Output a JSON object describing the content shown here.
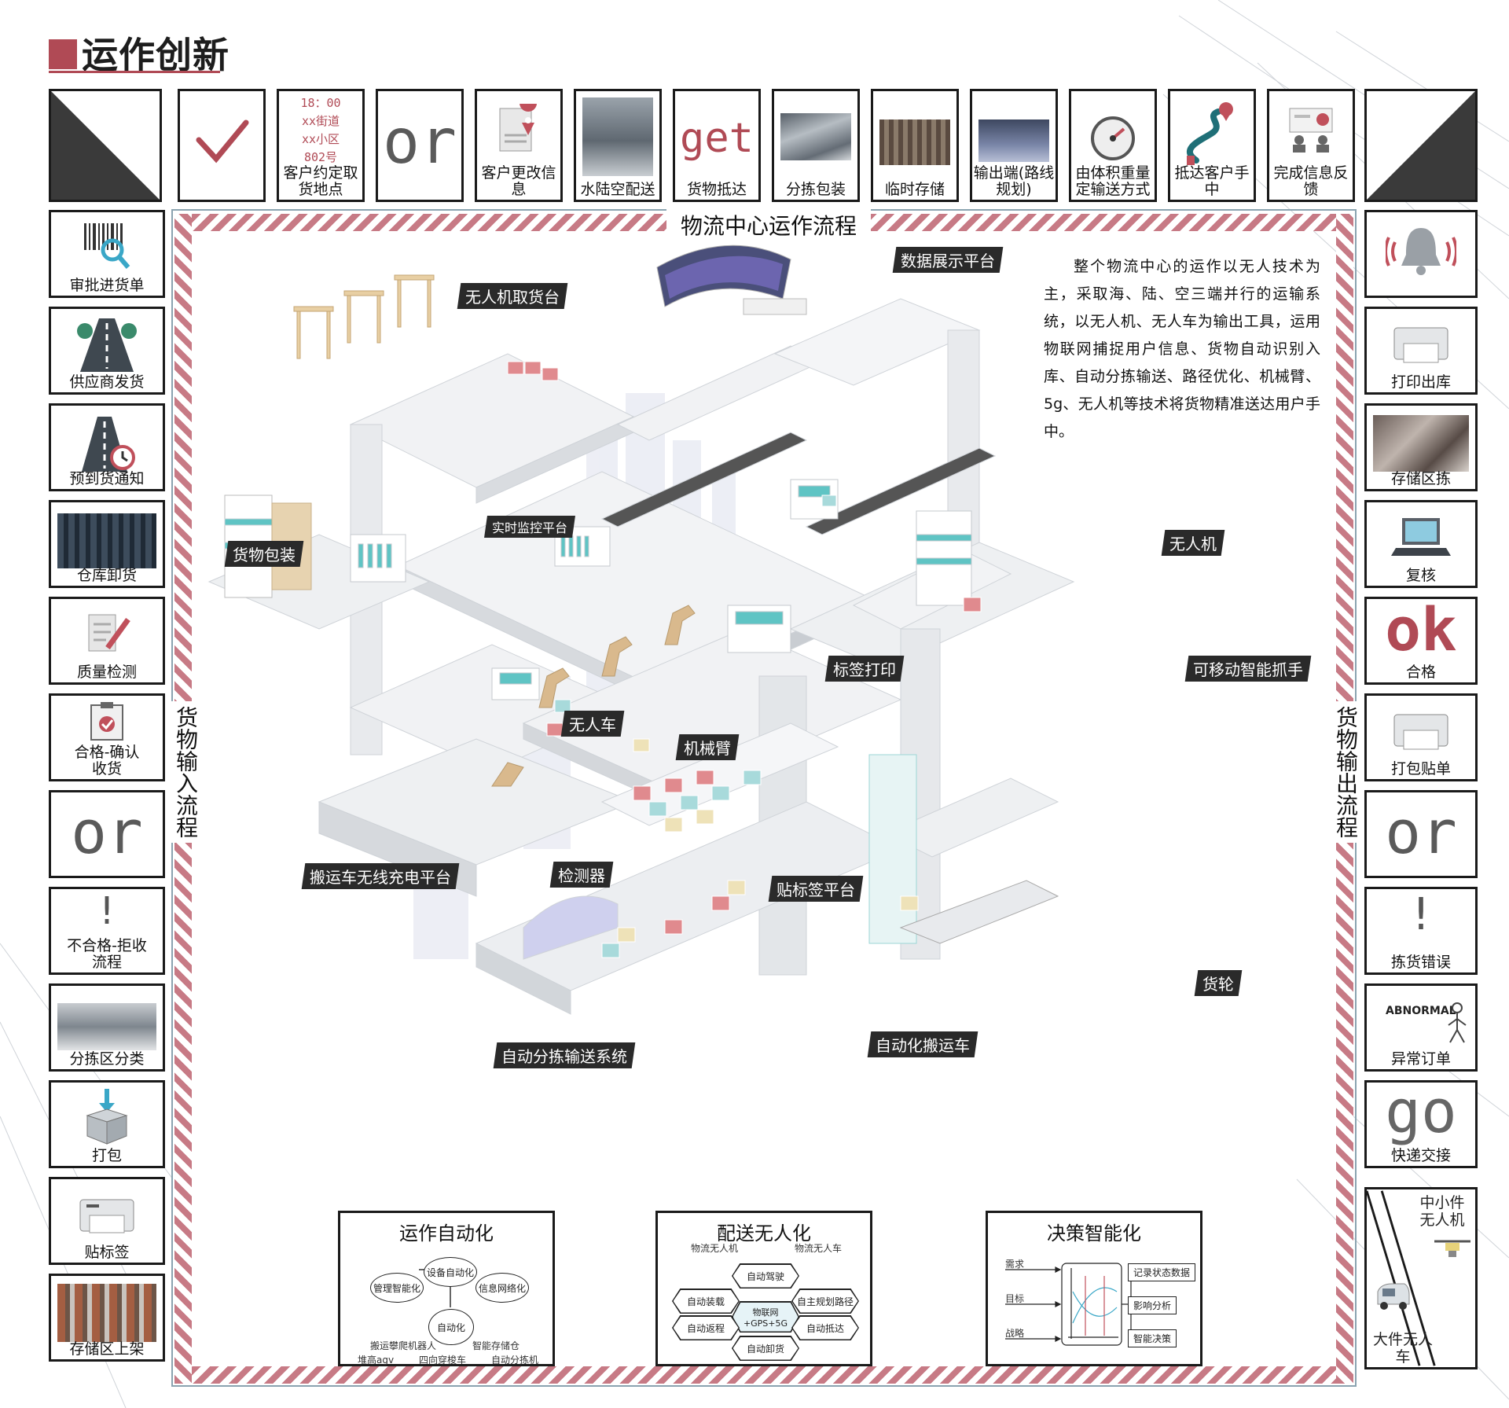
{
  "page_title": "运作创新",
  "top_row": [
    {
      "caption": ""
    },
    {
      "caption": "客户约定取货地点",
      "note_lines": [
        "18：00",
        "xx街道",
        "xx小区",
        "802号"
      ]
    },
    {
      "caption": "",
      "word": "or"
    },
    {
      "caption": "客户更改信息"
    },
    {
      "caption": "水陆空配送"
    },
    {
      "caption": "货物抵达",
      "word": "get"
    },
    {
      "caption": "分拣包装"
    },
    {
      "caption": "临时存储"
    },
    {
      "caption": "输出端(路线规划)"
    },
    {
      "caption": "由体积重量定输送方式"
    },
    {
      "caption": "抵达客户手中"
    },
    {
      "caption": "完成信息反馈"
    }
  ],
  "left_col": [
    {
      "caption": "审批进货单"
    },
    {
      "caption": "供应商发货"
    },
    {
      "caption": "预到货通知"
    },
    {
      "caption": "仓库卸货"
    },
    {
      "caption": "质量检测"
    },
    {
      "caption": "合格-确认收货"
    },
    {
      "caption": "",
      "word": "or"
    },
    {
      "caption": "不合格-拒收流程"
    },
    {
      "caption": "分拣区分类"
    },
    {
      "caption": "打包"
    },
    {
      "caption": "贴标签"
    },
    {
      "caption": "存储区上架"
    }
  ],
  "right_col": [
    {
      "caption": ""
    },
    {
      "caption": "打印出库"
    },
    {
      "caption": "存储区拣"
    },
    {
      "caption": "复核"
    },
    {
      "caption": "合格",
      "word": "ok"
    },
    {
      "caption": "打包贴单"
    },
    {
      "caption": "",
      "word": "or"
    },
    {
      "caption": "拣货错误"
    },
    {
      "caption": "异常订单",
      "word": "ABNORMAL"
    },
    {
      "caption": "快递交接",
      "word": "go"
    },
    {
      "caption_top": "中小件无人机",
      "caption_bottom": "大件无人车"
    }
  ],
  "frame": {
    "title": "物流中心运作流程",
    "left_side": "货物输入流程",
    "right_side": "货物输出流程"
  },
  "description": "整个物流中心的运作以无人技术为主，采取海、陆、空三端并行的运输系统，以无人机、无人车为输出工具，运用物联网捕捉用户信息、货物自动识别入库、自动分拣输送、路径优化、机械臂、5g、无人机等技术将货物精准送达用户手中。",
  "labels": [
    "数据展示平台",
    "无人机取货台",
    "实时监控平台",
    "货物包装",
    "无人机",
    "可移动智能抓手",
    "标签打印",
    "无人车",
    "机械臂",
    "检测器",
    "搬运车无线充电平台",
    "贴标签平台",
    "货轮",
    "自动分拣输送系统",
    "自动化搬运车"
  ],
  "box_automation": {
    "title": "运作自动化",
    "nodes": [
      "设备自动化",
      "管理智能化",
      "信息网络化",
      "自动化"
    ],
    "items": [
      "搬运攀爬机器人",
      "智能存储仓",
      "堆高agv",
      "四向穿梭车",
      "自动分拣机"
    ]
  },
  "box_unmanned": {
    "title": "配送无人化",
    "tags": [
      "物流无人机",
      "物流无人车"
    ],
    "hexes": [
      "自动驾驶",
      "自动装载",
      "自主规划路径",
      "物联网+GPS+5G",
      "自动返程",
      "自动抵达",
      "自动卸货"
    ]
  },
  "box_decision": {
    "title": "决策智能化",
    "inputs": [
      "需求",
      "目标",
      "战略"
    ],
    "outputs": [
      "记录状态数据",
      "影响分析",
      "智能决策"
    ]
  },
  "colors": {
    "accent": "#b04a55",
    "chevron": "#c77a85",
    "label_bg": "#2a2a2a",
    "teal": "#5fc4c4",
    "cargo_pink": "#e08a8e"
  }
}
